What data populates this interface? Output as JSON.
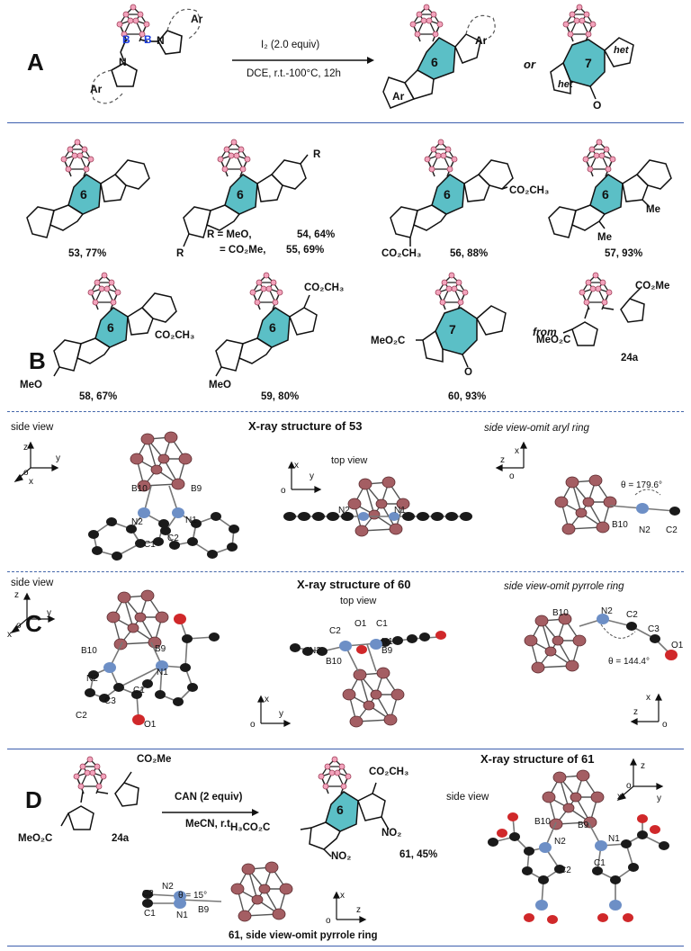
{
  "sections": {
    "a": "A",
    "b": "B",
    "c": "C",
    "d": "D"
  },
  "panelA": {
    "reagent": "I₂ (2.0 equiv)",
    "conditions": "DCE, r.t.-100°C, 12h",
    "or": "or",
    "ring6": "6",
    "ring7": "7",
    "ar": "Ar",
    "het": "het",
    "o": "O"
  },
  "compounds": {
    "c53": "53, 77%",
    "r_def": "R =  MeO,",
    "r_def2": "= CO₂Me,",
    "c54": "54, 64%",
    "c55": "55,  69%",
    "r": "R",
    "c56": "56, 88%",
    "co2ch3": "CO₂CH₃",
    "c57": "57, 93%",
    "me": "Me",
    "c58": "58, 67%",
    "meo": "MeO",
    "c59": "59, 80%",
    "c60": "60, 93%",
    "meo2c": "MeO₂C",
    "from": "from",
    "co2me": "CO₂Me",
    "c24a": "24a"
  },
  "panelB": {
    "title": "X-ray structure of 53",
    "side_view": "side view",
    "top_view": "top view",
    "side_omit": "side view-omit aryl ring",
    "theta": "θ = 179.6°"
  },
  "panelC": {
    "title": "X-ray structure of 60",
    "side_view": "side view",
    "top_view": "top view",
    "side_omit": "side view-omit pyrrole ring",
    "theta": "θ = 144.4°"
  },
  "panelD": {
    "reagent": "CAN (2 equiv)",
    "conditions": "MeCN, r.t.",
    "c24a": "24a",
    "co2me": "CO₂Me",
    "meo2c": "MeO₂C",
    "h3co2c": "H₃CO₂C",
    "co2ch3": "CO₂CH₃",
    "no2": "NO₂",
    "c61": "61, 45%",
    "theta": "θ = 15°",
    "caption": "61, side view-omit pyrrole ring",
    "xray_title": "X-ray structure of 61",
    "side_view": "side view"
  },
  "atoms": {
    "b": "B",
    "n": "N",
    "b9": "B9",
    "b10": "B10",
    "n1": "N1",
    "n2": "N2",
    "c1": "C1",
    "c2": "C2",
    "c3": "C3",
    "o1": "O1",
    "x": "x",
    "y": "y",
    "z": "z",
    "o": "o"
  },
  "colors": {
    "rule": "#3d5fae",
    "ring": "#5bbfc6",
    "boron": "#1a3be0",
    "nitrogen": "#1a1a9a",
    "cage_ball": "#f2a3bc",
    "xray_b": "#a45e63",
    "xray_c": "#1a1a1a",
    "xray_n": "#6d8fc6",
    "xray_o": "#d0282a"
  }
}
